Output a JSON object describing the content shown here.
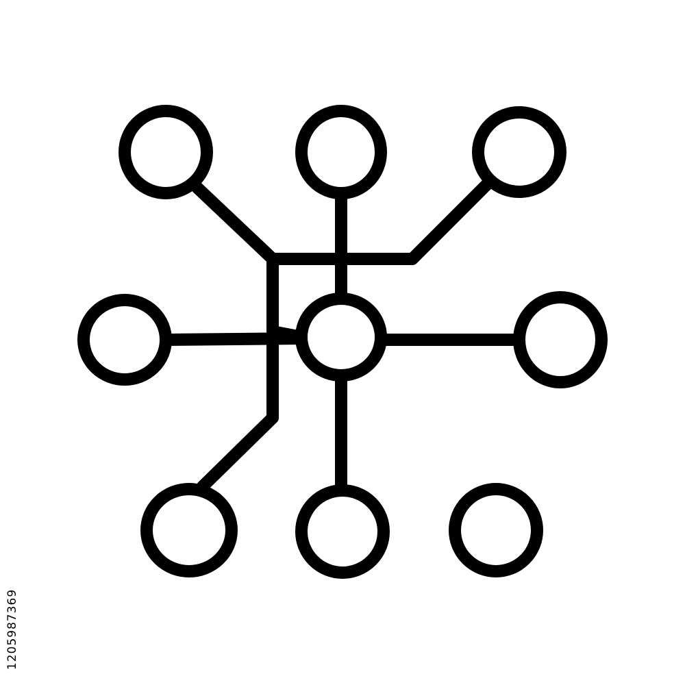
{
  "diagram": {
    "type": "network-icon",
    "nodes": [
      {
        "id": "top-left"
      },
      {
        "id": "top-center"
      },
      {
        "id": "top-right"
      },
      {
        "id": "middle-left"
      },
      {
        "id": "center"
      },
      {
        "id": "middle-right"
      },
      {
        "id": "bottom-left"
      },
      {
        "id": "bottom-center"
      },
      {
        "id": "bottom-right"
      }
    ],
    "edges": [
      {
        "from": "top-left",
        "to": "center"
      },
      {
        "from": "top-center",
        "to": "center"
      },
      {
        "from": "top-right",
        "to": "center"
      },
      {
        "from": "middle-left",
        "to": "center"
      },
      {
        "from": "middle-right",
        "to": "center"
      },
      {
        "from": "bottom-left",
        "to": "center"
      },
      {
        "from": "bottom-center",
        "to": "center"
      }
    ],
    "colors": {
      "stroke": "#000000",
      "background": "#ffffff"
    }
  },
  "watermark": {
    "id_text": "1205987369"
  }
}
